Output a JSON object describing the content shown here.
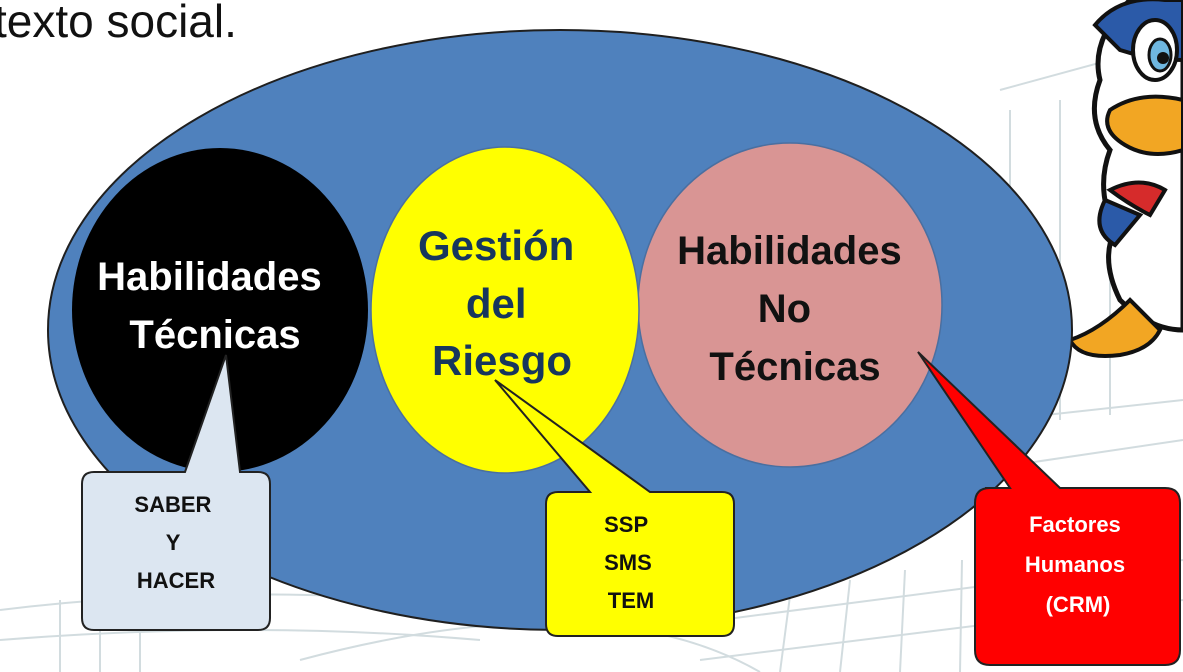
{
  "slide": {
    "top_text": "texto social."
  },
  "diagram": {
    "circles": [
      {
        "lines": [
          "Habilidades",
          "Técnicas"
        ]
      },
      {
        "lines": [
          "Gestión",
          "del",
          "Riesgo"
        ]
      },
      {
        "lines": [
          "Habilidades",
          "No",
          "Técnicas"
        ]
      }
    ],
    "callouts": [
      {
        "lines": [
          "SABER",
          "Y",
          "HACER"
        ]
      },
      {
        "lines": [
          "SSP",
          "SMS",
          "TEM"
        ]
      },
      {
        "lines": [
          "Factores",
          "Humanos",
          "(CRM)"
        ]
      }
    ]
  },
  "colors": {
    "ellipse": "#4f81bd",
    "circle_black": "#000000",
    "circle_yellow": "#ffff00",
    "circle_pink": "#d99594",
    "yellow_text": "#17365d",
    "callout_gray": "#dce6f1",
    "callout_red": "#ff0000",
    "background_lines": "#c8d4d8"
  },
  "decorations": {
    "illustration": "cartoon-duck-illustration"
  }
}
